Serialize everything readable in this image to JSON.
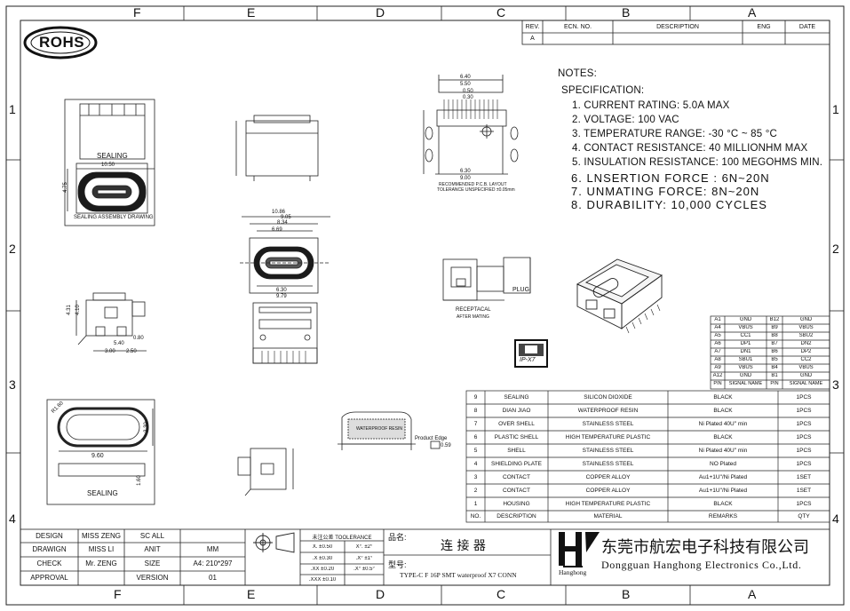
{
  "grid": {
    "top_cols": [
      "F",
      "E",
      "D",
      "C",
      "B",
      "A"
    ],
    "bottom_cols": [
      "F",
      "E",
      "D",
      "C",
      "B",
      "A"
    ],
    "rows": [
      "1",
      "2",
      "3",
      "4"
    ]
  },
  "logo": {
    "text": "ROHS"
  },
  "revision_table": {
    "headers": [
      "REV.",
      "ECN. NO.",
      "DESCRIPTION",
      "ENG",
      "DATE"
    ],
    "row": [
      "A",
      "",
      "",
      "",
      ""
    ]
  },
  "notes": {
    "title": "NOTES:",
    "spec_title": "SPECIFICATION:",
    "items": [
      "1.  CURRENT RATING: 5.0A MAX",
      "2.  VOLTAGE: 100 VAC",
      "3.  TEMPERATURE RANGE: -30 °C ~ 85 °C",
      "4.  CONTACT RESISTANCE: 40 MILLIONHM MAX",
      "5.  INSULATION RESISTANCE: 100 MEGOHMS MIN.",
      "6.  LNSERTION  FORCE : 6N~20N",
      "7.  UNMATING FORCE: 8N~20N",
      "8.  DURABILITY:    10,000  CYCLES"
    ]
  },
  "views": {
    "sealing_label": "SEALING",
    "sealing_assembly": "SEALING ASSEMBLY DRAWING",
    "dim_1050": "10.50",
    "dim_475": "4.75",
    "recommended": "RECOMMENDED P.C.B. LAYOUT",
    "tolerance_note": "TOLERANCE UNSPECIFIED ±0.05mm",
    "receptacal": "RECEPTACAL",
    "after_mating": "AFTER MATING",
    "plug": "PLUG",
    "ipx7": "IP-X7",
    "product_edge": "Product Edge",
    "sealing_label2": "SEALING",
    "dim_960": "9.60",
    "dim_330": "3.30",
    "dim_160": "1.60",
    "dim_r": "R1.60",
    "waterproof": "WATERPROOF RESIN",
    "dims_front": [
      "10.86",
      "9.05",
      "8.34",
      "6.69",
      "6.30",
      "9.79"
    ],
    "dims_side": [
      "4.31",
      "4.10",
      "5.40",
      "3.00",
      "2.50",
      "0.80"
    ],
    "dims_pcb": [
      "6.40",
      "5.50",
      "0.50",
      "0.30",
      "6.30",
      "9.00"
    ],
    "dim_d": "0.59"
  },
  "pin_table": {
    "rows": [
      [
        "A1",
        "GND",
        "B12",
        "GND"
      ],
      [
        "A4",
        "VBUS",
        "B9",
        "VBUS"
      ],
      [
        "A5",
        "CC1",
        "B8",
        "SBU2"
      ],
      [
        "A6",
        "DP1",
        "B7",
        "DN2"
      ],
      [
        "A7",
        "DN1",
        "B6",
        "DP2"
      ],
      [
        "A8",
        "SBU1",
        "B5",
        "CC2"
      ],
      [
        "A9",
        "VBUS",
        "B4",
        "VBUS"
      ],
      [
        "A12",
        "GND",
        "B1",
        "GND"
      ]
    ],
    "footer": [
      "PIN",
      "SIGNAL NAME",
      "PIN",
      "SIGNAL NAME"
    ]
  },
  "bom": {
    "rows": [
      [
        "9",
        "SEALING",
        "SILICON DIOXIDE",
        "BLACK",
        "1PCS"
      ],
      [
        "8",
        "DIAN JIAO",
        "WATERPROOF RESIN",
        "BLACK",
        "1PCS"
      ],
      [
        "7",
        "OVER SHELL",
        "STAINLESS STEEL",
        "Ni  Plated 40U\" min",
        "1PCS"
      ],
      [
        "6",
        "PLASTIC SHELL",
        "HIGH TEMPERATURE PLASTIC",
        "BLACK",
        "1PCS"
      ],
      [
        "5",
        "SHELL",
        "STAINLESS STEEL",
        "Ni  Plated 40U\" min",
        "1PCS"
      ],
      [
        "4",
        "SHIELDING PLATE",
        "STAINLESS STEEL",
        "NO Plated",
        "1PCS"
      ],
      [
        "3",
        "CONTACT",
        "COPPER ALLOY",
        "Au1+1U\"/Ni Plated",
        "1SET"
      ],
      [
        "2",
        "CONTACT",
        "COPPER ALLOY",
        "Au1+1U\"/Ni Plated",
        "1SET"
      ],
      [
        "1",
        "HOUSING",
        "HIGH TEMPERATURE PLASTIC",
        "BLACK",
        "1PCS"
      ]
    ],
    "header": [
      "NO.",
      "DESCRIPTION",
      "MATERIAL",
      "REMARKS",
      "QTY"
    ]
  },
  "title_block": {
    "design_label": "DESIGN",
    "design_value": "MISS ZENG",
    "scale_label": "SC ALL",
    "drawing_label": "DRAWIGN",
    "drawing_value": "MISS LI",
    "unit_label": "ANIT",
    "unit_value": "MM",
    "check_label": "CHECK",
    "check_value": "Mr. ZENG",
    "size_label": "SIZE",
    "size_value": "A4: 210*297",
    "approval_label": "APPROVAL",
    "version_label": "VERSION",
    "version_value": "01",
    "tol_title": "未注公差  TOOLERANCE",
    "tol_rows": [
      [
        "X. ±0.50",
        "X°. ±2°"
      ],
      [
        ".X ±0.30",
        ".X° ±1°"
      ],
      [
        ".XX ±0.20",
        ".X° ±0.5°"
      ],
      [
        ".XXX ±0.10",
        ""
      ]
    ],
    "name_label": "品名:",
    "name_value": "连 接 器",
    "model_label": "型号:",
    "model_value": "TYPE-C F 16P  SMT waterproof X7 CONN",
    "company_cn": "东莞市航宏电子科技有限公司",
    "company_en": "Dongguan Hanghong Electronics Co.,Ltd.",
    "brand": "Hanghong"
  }
}
